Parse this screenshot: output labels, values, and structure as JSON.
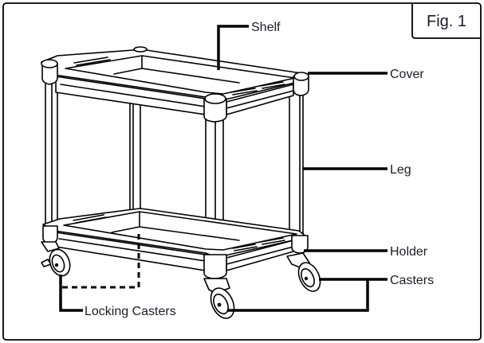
{
  "figure": {
    "label": "Fig. 1",
    "subject": "two-shelf utility cart"
  },
  "callouts": [
    {
      "id": "shelf",
      "label": "Shelf"
    },
    {
      "id": "cover",
      "label": "Cover"
    },
    {
      "id": "leg",
      "label": "Leg"
    },
    {
      "id": "holder",
      "label": "Holder"
    },
    {
      "id": "casters",
      "label": "Casters"
    },
    {
      "id": "locking_casters",
      "label": "Locking Casters"
    }
  ],
  "colors": {
    "line": "#000000",
    "text": "#1c1c28",
    "background": "#ffffff"
  }
}
